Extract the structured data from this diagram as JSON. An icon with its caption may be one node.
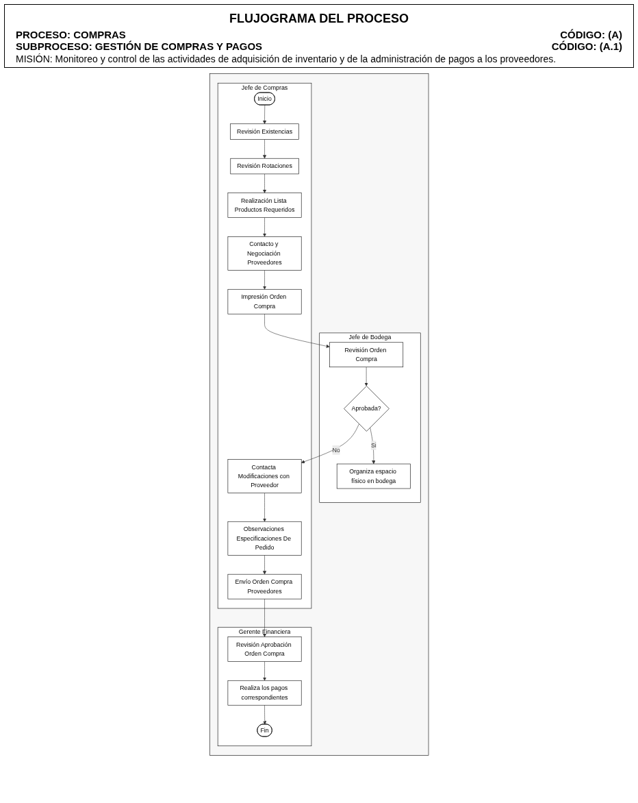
{
  "diagram": {
    "title": "FLUJOGRAMA DEL PROCESO",
    "nodes": [
      {
        "text": [],
        "shape": "box"
      },
      {
        "text": [
          "Jefe de Compras"
        ],
        "in": 0
      },
      {
        "text": [
          "Jefe de Bodega"
        ],
        "in": 0
      },
      {
        "text": [
          "Gerente Financiera"
        ],
        "in": 0
      },
      {
        "text": [
          "Inicio"
        ],
        "in": 1
      },
      {
        "text": [
          "Revisión Existencias"
        ],
        "in": 1
      },
      {
        "text": [
          "Revisión Rotaciones"
        ],
        "in": 1
      },
      {
        "text": [
          "Realización Lista Productos Requeridos"
        ],
        "in": 1
      },
      {
        "text": [
          "Contacto y Negociación Proveedores"
        ],
        "in": 1
      },
      {
        "text": [
          "Impresión Orden Compra"
        ],
        "in": 1
      },
      {
        "text": [
          "Revisión Orden Compra"
        ],
        "in": 2
      },
      {
        "text": [
          "Aprobada?"
        ],
        "in": 2
      },
      {
        "text": [
          "Contacta Modificaciones con Proveedor"
        ],
        "in": 1
      },
      {
        "text": [
          "Organiza espacio físico en bodega"
        ],
        "in": 2
      },
      {
        "text": [
          "Observaciones Especificaciones De Pedido"
        ],
        "in": 1
      },
      {
        "text": [
          "Envío Orden Compra Proveedores"
        ],
        "in": 1
      },
      {
        "text": [
          "Revisión Aprobación Orden Compra"
        ],
        "in": 3
      },
      {
        "text": [
          "Realiza los pagos correspondientes"
        ],
        "in": 3
      },
      {
        "text": [
          "Fin"
        ],
        "in": 3
      }
    ],
    "edges": [
      {
        "from": 4,
        "to": 5,
        "arrow": "to"
      },
      {
        "from": 5,
        "to": 6,
        "arrow": "to"
      },
      {
        "from": 6,
        "to": 7,
        "arrow": "to"
      },
      {
        "from": 7,
        "to": 8,
        "arrow": "to"
      },
      {
        "from": 8,
        "to": 9,
        "arrow": "to"
      },
      {
        "from": 9,
        "to": 10,
        "arrow": "to"
      },
      {
        "from": 10,
        "to": 11,
        "arrow": "to"
      },
      {
        "from": 11,
        "to": 12,
        "arrow": "to",
        "label": "No"
      },
      {
        "from": 11,
        "to": 13,
        "arrow": "to",
        "label": "Si"
      },
      {
        "from": 12,
        "to": 14,
        "arrow": "to"
      },
      {
        "from": 14,
        "to": 15,
        "arrow": "to"
      },
      {
        "from": 15,
        "to": 16,
        "arrow": "to"
      },
      {
        "from": 16,
        "to": 17,
        "arrow": "to"
      },
      {
        "from": 17,
        "to": 18,
        "arrow": "to"
      }
    ],
    "labels": [
      "PROCESO: COMPRAS",
      "CÓDIGO: (A)",
      "SUBPROCESO: GESTIÓN DE COMPRAS Y PAGOS",
      "CÓDIGO: (A.1)",
      "MISIÓN: Monitoreo y control de las actividades de adquisición de inventario y de la administración de pagos a los proveedores."
    ]
  }
}
